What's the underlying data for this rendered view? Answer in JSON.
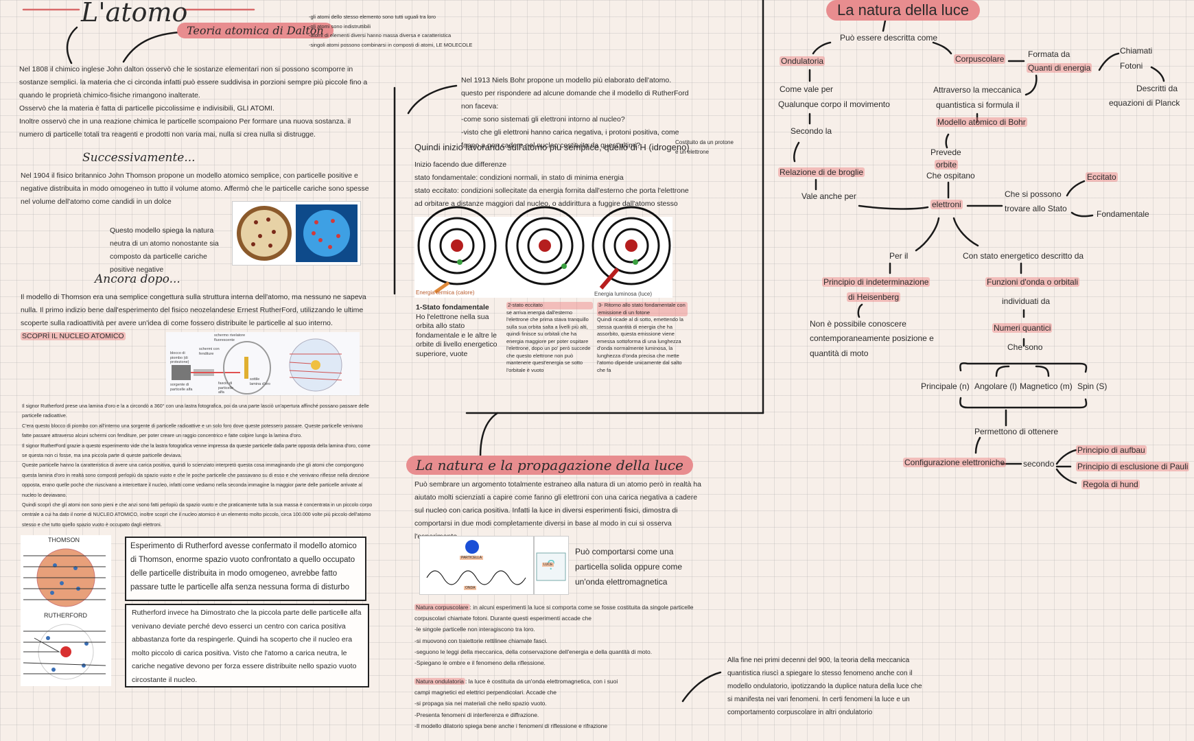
{
  "title": "L'atomo",
  "dalton": {
    "label": "Teoria atomica di Dalton",
    "notes": [
      "-gli atomi dello stesso elemento sono tutti uguali tra loro",
      "-gli atomi sono indistruttibili",
      "-atomi di elementi diversi hanno massa diversa e caratteristica",
      "-singoli atomi possono combinarsi in composti di atomi, LE MOLECOLE"
    ]
  },
  "intro": {
    "p1": "Nel 1808 il chimico inglese John dalton osservò che le sostanze elementari non si possono scomporre in sostanze semplici. la materia che ci circonda infatti può essere suddivisa in porzioni sempre più piccole fino a quando le proprietà chimico-fisiche rimangono inalterate.",
    "p2": "Osservò che la materia è fatta di particelle piccolissime e indivisibili, GLI ATOMI.",
    "p3": "Inoltre osservò che in una reazione chimica le particelle scompaiono Per formare una nuova sostanza. il numero di particelle totali tra reagenti e prodotti non varia mai, nulla si crea nulla si distrugge."
  },
  "thomson": {
    "heading": "Successivamente...",
    "text": "Nel 1904 il fisico britannico John Thomson propone un modello atomico semplice, con particelle positive e negative distribuita in modo omogeneo in tutto il volume atomo. Affermò che le particelle cariche sono spesse nel volume dell'atomo come candidi in un dolce",
    "caption": "Questo modello spiega la natura neutra di un atomo nonostante sia composto da particelle cariche positive negative"
  },
  "rutherford": {
    "heading": "Ancora dopo...",
    "text": "Il modello di Thomson era una semplice congettura sulla struttura interna dell'atomo, ma nessuno ne sapeva nulla. Il primo indizio bene dall'esperimento del fisico neozelandese Ernest RutherFord, utilizzando le ultime scoperte sulla radioattività per avere un'idea di come fossero distribuite le particelle al suo interno.",
    "discovery": "SCOPRÌ IL NUCLEO ATOMICO",
    "diagram_labels": [
      "schermo rivelatore fluorescente",
      "schermi con fenditure",
      "blocco di piombo (di protezione)",
      "sorgente di particelle alfa",
      "fascio di particelle alfa",
      "sottile lamina d'oro"
    ],
    "small_text": [
      "Il signor Rutherford prese una lamina d'oro e la a circondò a 360° con una lastra fotografica, poi da una parte lasciò un'apertura affinché possano passare delle particelle radioattive.",
      "C'era questo blocco di piombo con all'interno una sorgente di particelle radioattive e un solo foro dove queste potessero passare. Queste particelle venivano fatte passare attraverso alcuni schermi con fenditure, per poter creare un raggio concentrico e fatte colpire lungo la lamina d'oro.",
      "Il signor RutherFord grazie a questo esperimento vide che la lastra fotografica venne impressa da queste particelle dalla parte opposta della lamina d'oro, come se questa non ci fosse, ma una piccola parte di queste particelle deviava.",
      "Queste particelle hanno la caratteristica di avere una carica positiva, quindi lo scienziato interpretò questa cosa immaginando che gli atomi che compongono questa lamina d'oro in realtà sono composti perlopiù da spazio vuoto e che le poche particelle che passavano su di esso e che venivano riflesse nella direzione opposta, erano quelle poche che riuscivano a intercettare il nucleo, infatti come vediamo nella seconda immagine la maggior parte delle particelle arrivate al nucleo lo deviavano.",
      "Quindi scoprì che gli atomi non sono pieni e che anzi sono fatti perlopiù da spazio vuoto e che praticamente tutta la sua massa è concentrata in un piccolo corpo centrale a cui ha dato il nome di NUCLEO ATOMICO, inoltre scoprì che il nucleo atomico è un elemento molto piccolo, circa 100.000 volte più piccolo dell'atomo stesso e che tutto quello spazio vuoto è occupato dagli elettroni."
    ],
    "thomson_label": "THOMSON",
    "rutherford_label": "RUTHERFORD",
    "box1": "Esperimento di Rutherford avesse confermato il modello atomico di Thomson, enorme spazio vuoto confrontato a quello occupato delle particelle distribuita in modo omogeneo, avrebbe fatto passare tutte le particelle alfa senza nessuna forma di disturbo",
    "box2": "Rutherford invece ha Dimostrato che la piccola parte delle particelle alfa venivano deviate perché devo esserci un centro con carica positiva abbastanza forte da respingerle. Quindi ha scoperto che il nucleo era molto piccolo di carica positiva. Visto che l'atomo a carica neutra, le cariche negative devono per forza essere distribuite nello spazio vuoto circostante il nucleo."
  },
  "bohr": {
    "intro": "Nel 1913 Niels Bohr propone un modello più elaborato dell'atomo. questo per rispondere ad alcune domande che il modello di RutherFord non faceva:",
    "q1": "-come sono sistemati gli elettroni intorno al nucleo?",
    "q2": "-visto che gli elettroni hanno carica negativa, i protoni positiva, come fanno a non cadere nel nucleo costituito da quest'ultimi?",
    "heading": "Quindi inizio lavorando sull'atomo più semplice, quello di H (idrogeno)",
    "side_note": "Costituito da un protone e un elettrone",
    "line1": "Inizio facendo due differenze",
    "line2": "stato fondamentale: condizioni normali, in stato di minima energia",
    "line3": "stato eccitato: condizioni sollecitate da energia fornita dall'esterno che porta l'elettrone ad orbitare a distanze maggiori dal nucleo, o addirittura a fuggire dall'atomo stesso",
    "diag_energy1": "Energia termica (calore)",
    "diag_energy2": "Energia luminosa (luce)",
    "col1_title": "1-Stato fondamentale",
    "col1": "Ho l'elettrone nella sua orbita allo stato fondamentale e le altre le orbite di livello energetico superiore, vuote",
    "col2_title": "2-stato eccitato",
    "col2": "se arriva energia dall'esterno l'elettrone che prima stava tranquillo sulla sua orbita salta a livelli più alti, quindi finisce su orbitali che ha energia maggiore per poter ospitare l'elettrone, dopo un po' però succede che questo elettrone non può mantenere quest'energia se sotto l'orbitale è vuoto",
    "col3_title": "3- Ritorno allo stato fondamentale con emissione di un fotone",
    "col3": "Quindi ricade al di sotto, emettendo la stessa quantità di energia che ha assorbito, questa emissione viene emessa sottoforma di una lunghezza d'onda normalmente luminosa, la lunghezza d'onda precisa che mette l'atomo dipende unicamente dal salto che fa"
  },
  "light": {
    "heading": "La natura e la propagazione della luce",
    "p1": "Può sembrare un argomento totalmente estraneo alla natura di un atomo però in realtà ha aiutato molti scienziati a capire come fanno gli elettroni con una carica negativa a cadere sul nucleo con carica positiva. Infatti la luce in diversi esperimenti fisici, dimostra di comportarsi in due modi completamente diversi in base al modo in cui si osserva l'esperimento",
    "img_labels": [
      "PARTICELLA",
      "ONDA",
      "LUCE"
    ],
    "side": "Può comportarsi come una particella solida oppure come un'onda elettromagnetica",
    "corp_title": "Natura corpuscolare",
    "corp": [
      ": in alcuni esperimenti la luce si comporta come se fosse costituita da singole particelle corpuscolari chiamate fotoni. Durante questi esperimenti accade che",
      "-le singole particelle non interagiscono tra loro.",
      "-si muovono con traiettorie rettilinee chiamate fasci.",
      "-seguono le leggi della meccanica, della conservazione dell'energia e della quantità di moto.",
      "-Spiegano le ombre e il fenomeno della riflessione."
    ],
    "ond_title": "Natura ondulatoria",
    "ond": [
      ": la luce è costituita da un'onda elettromagnetica, con i suoi campi magnetici ed elettrici perpendicolari. Accade che",
      "-si propaga sia nei materiali che nello spazio vuoto.",
      "-Presenta fenomeni di interferenza e diffrazione.",
      "-Il modello dilatorio spiega bene anche i fenomeni di riflessione e rifrazione"
    ],
    "conclusion": "Alla fine nei primi decenni del 900, la teoria della meccanica quantistica riuscì a spiegare lo stesso fenomeno anche con il modello ondulatorio, ipotizzando la duplice natura della luce che si manifesta nei vari fenomeni. In certi fenomeni la luce e un comportamento corpuscolare in altri ondulatorio"
  },
  "map": {
    "title": "La natura della luce",
    "n1": "Può essere descritta come",
    "n2": "Ondulatoria",
    "n3": "Corpuscolare",
    "n4": "Formata da",
    "n5": "Quanti di energia",
    "n6": "Chiamati",
    "n7": "Fotoni",
    "n8": "Descritti da",
    "n9": "equazioni di Planck",
    "n10": "Come vale per",
    "n11": "Qualunque corpo il movimento",
    "n12": "Attraverso la meccanica",
    "n13": "quantistica si formula il",
    "n14": "Modello atomico di Bohr",
    "n15": "Secondo la",
    "n16": "Prevede",
    "n17": "orbite",
    "n18": "Che ospitano",
    "n19": "Relazione di de broglie",
    "n20": "Vale anche per",
    "n21": "elettroni",
    "n22": "Che si possono",
    "n23": "trovare allo Stato",
    "n24": "Eccitato",
    "n25": "Fondamentale",
    "n26": "Per il",
    "n27": "Con stato energetico descritto da",
    "n28": "Principio di indeterminazione",
    "n29": "di Heisenberg",
    "n30": "Funzioni d'onda o orbitali",
    "n31": "individuati da",
    "n32": "Non è possibile conoscere",
    "n33": "contemporaneamente posizione e",
    "n34": "quantità di moto",
    "n35": "Numeri quantici",
    "n36": "Che sono",
    "n37": "Principale (n)",
    "n38": "Angolare (l)",
    "n39": "Magnetico (m)",
    "n40": "Spin (S)",
    "n41": "Permettono di ottenere",
    "n42": "Configurazione elettroniche",
    "n43": "secondo",
    "n44": "Principio di aufbau",
    "n45": "Principio di esclusione di Pauli",
    "n46": "Regola di hund"
  },
  "colors": {
    "accent": "#e88d8f",
    "highlight": "#ec8080",
    "background": "#f7efe9",
    "ink": "#222222"
  }
}
